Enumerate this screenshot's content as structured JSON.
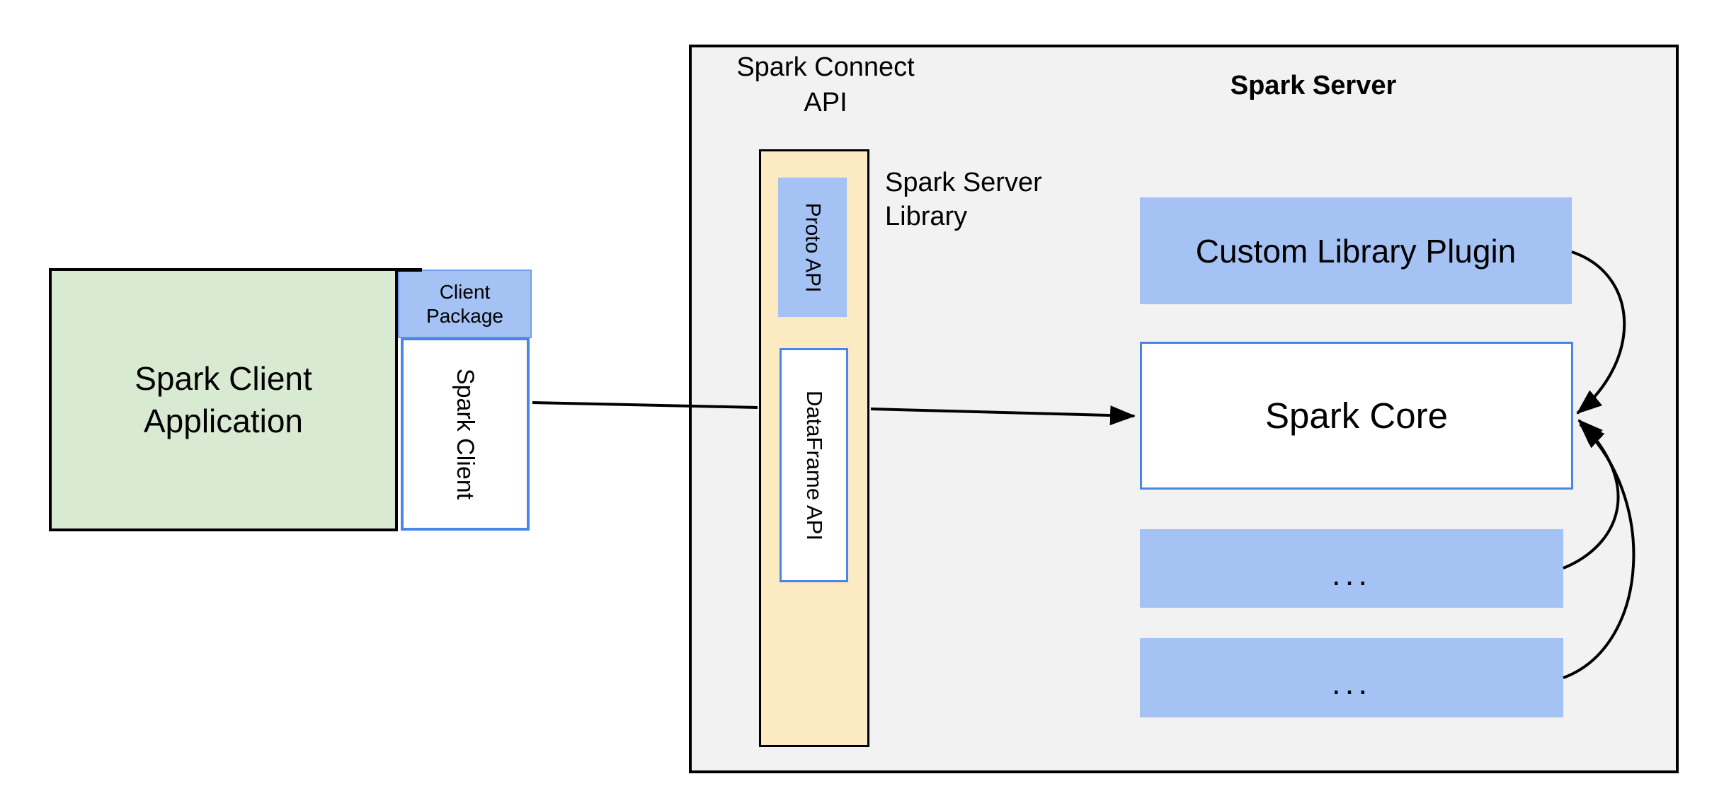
{
  "client": {
    "app_label": [
      "Spark Client",
      "Application"
    ],
    "package_label": [
      "Client",
      "Package"
    ],
    "client_box_label": "Spark Client"
  },
  "connect": {
    "api_label": [
      "Spark Connect",
      "API"
    ],
    "proto_api_label": "Proto API",
    "dataframe_api_label": "DataFrame API",
    "server_library_label": [
      "Spark Server",
      "Library"
    ]
  },
  "server": {
    "title": "Spark Server",
    "custom_plugin_label": "Custom Library Plugin",
    "spark_core_label": "Spark Core",
    "slot1_label": "...",
    "slot2_label": "..."
  },
  "colors": {
    "client_app_fill": "#d9ead3",
    "accent_blue_fill": "#a4c2f4",
    "accent_blue_border": "#4a86e8",
    "api_column_fill": "#fcebc2",
    "server_fill": "#f2f2f2",
    "line_color": "#000000"
  }
}
